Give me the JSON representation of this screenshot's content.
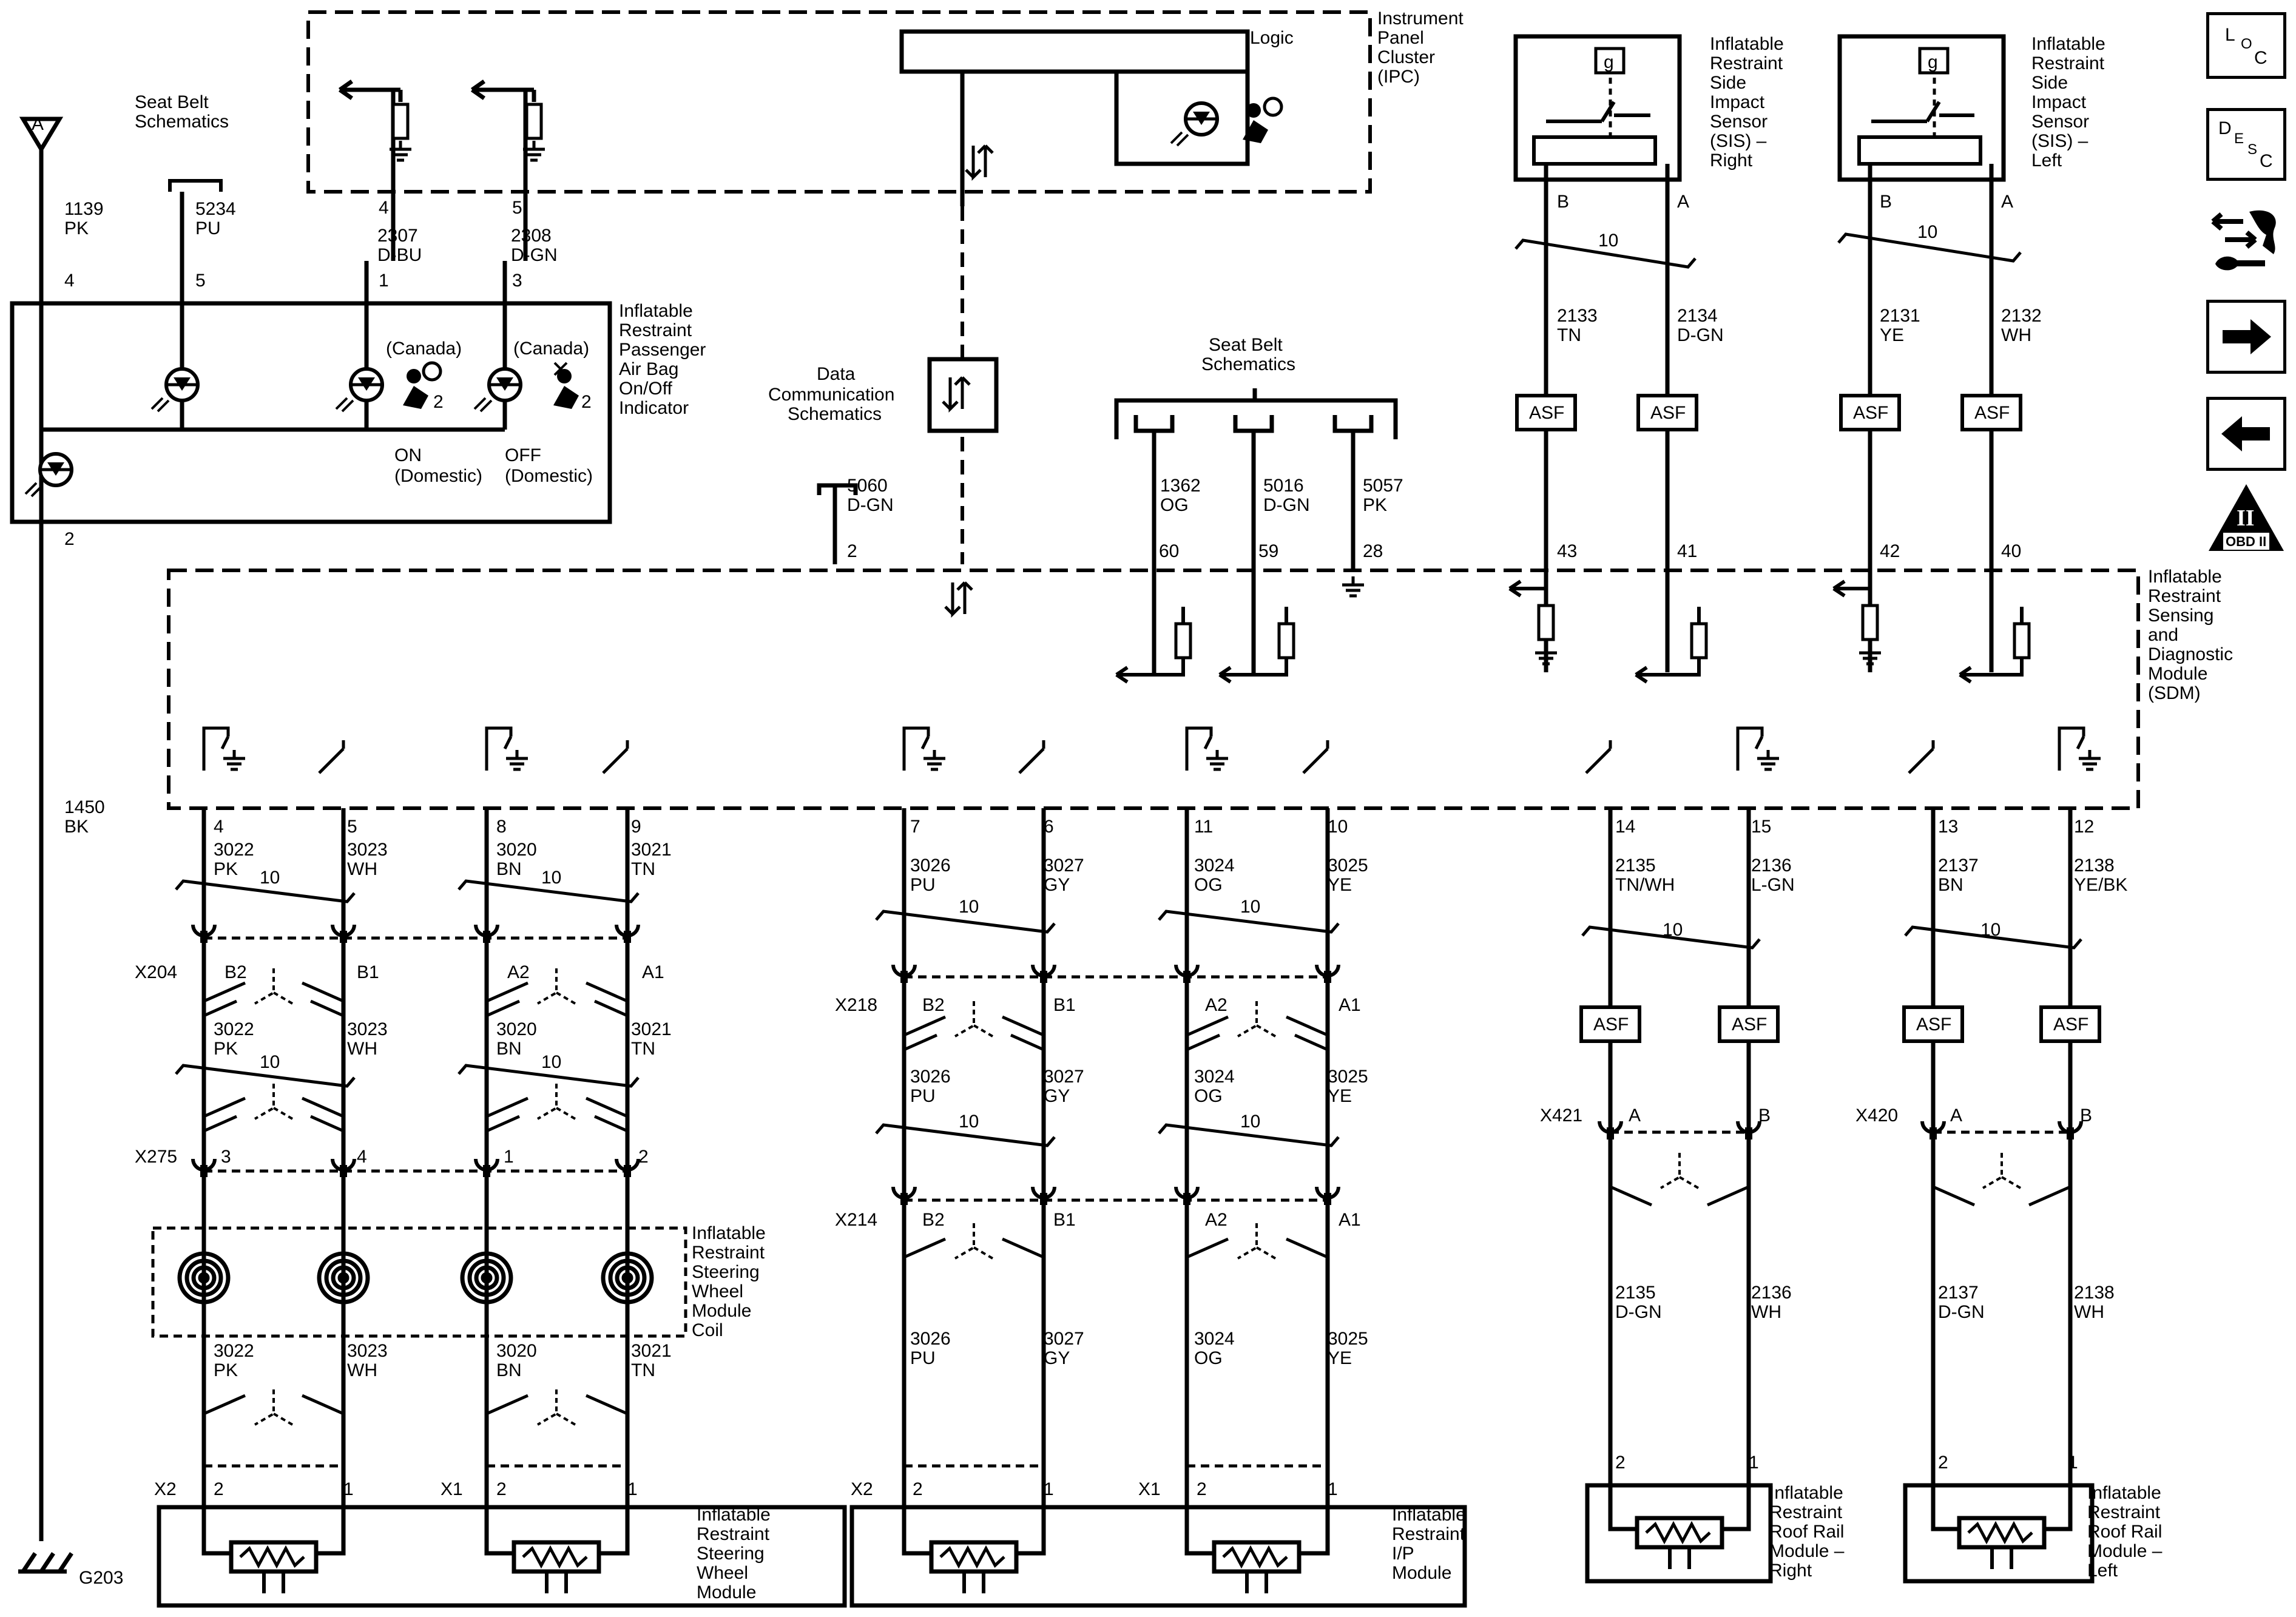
{
  "diagram": {
    "ground_symbol": "A",
    "ground_label": "G203",
    "ipc": {
      "title": [
        "Instrument",
        "Panel",
        "Cluster",
        "(IPC)"
      ],
      "logic": "Logic"
    },
    "passenger_indicator": {
      "title": [
        "Inflatable",
        "Restraint",
        "Passenger",
        "Air Bag",
        "On/Off",
        "Indicator"
      ],
      "canada": "(Canada)",
      "on": "ON",
      "off": "OFF",
      "domestic": "(Domestic)",
      "badge": "2"
    },
    "seat_belt_schematics": [
      "Seat Belt",
      "Schematics"
    ],
    "data_comm": [
      "Data",
      "Communication",
      "Schematics"
    ],
    "sdm": {
      "title": [
        "Inflatable",
        "Restraint",
        "Sensing",
        "and",
        "Diagnostic",
        "Module",
        "(SDM)"
      ]
    },
    "sis_right": [
      "Inflatable",
      "Restraint",
      "Side",
      "Impact",
      "Sensor",
      "(SIS) –",
      "Right"
    ],
    "sis_left": [
      "Inflatable",
      "Restraint",
      "Side",
      "Impact",
      "Sensor",
      "(SIS) –",
      "Left"
    ],
    "g_label": "g",
    "asf": "ASF",
    "twist": "10",
    "coil": [
      "Inflatable",
      "Restraint",
      "Steering",
      "Wheel",
      "Module",
      "Coil"
    ],
    "steering_module": [
      "Inflatable",
      "Restraint",
      "Steering",
      "Wheel",
      "Module"
    ],
    "ip_module": [
      "Inflatable",
      "Restraint",
      "I/P",
      "Module"
    ],
    "roof_right": [
      "Inflatable",
      "Restraint",
      "Roof Rail",
      "Module –",
      "Right"
    ],
    "roof_left": [
      "Inflatable",
      "Restraint",
      "Roof Rail",
      "Module –",
      "Left"
    ],
    "connectors": {
      "x204": "X204",
      "x275": "X275",
      "x218": "X218",
      "x214": "X214",
      "x421": "X421",
      "x420": "X420",
      "x1": "X1",
      "x2": "X2"
    },
    "wires": {
      "w1139": [
        "1139",
        "PK"
      ],
      "w5234": [
        "5234",
        "PU"
      ],
      "w2307": [
        "2307",
        "D-BU"
      ],
      "w2308": [
        "2308",
        "D-GN"
      ],
      "w1450": [
        "1450",
        "BK"
      ],
      "w5060": [
        "5060",
        "D-GN"
      ],
      "w1362": [
        "1362",
        "OG"
      ],
      "w5016": [
        "5016",
        "D-GN"
      ],
      "w5057": [
        "5057",
        "PK"
      ],
      "w2133": [
        "2133",
        "TN"
      ],
      "w2134": [
        "2134",
        "D-GN"
      ],
      "w2131": [
        "2131",
        "YE"
      ],
      "w2132": [
        "2132",
        "WH"
      ],
      "w3022": [
        "3022",
        "PK"
      ],
      "w3023": [
        "3023",
        "WH"
      ],
      "w3020": [
        "3020",
        "BN"
      ],
      "w3021": [
        "3021",
        "TN"
      ],
      "w3026": [
        "3026",
        "PU"
      ],
      "w3027": [
        "3027",
        "GY"
      ],
      "w3024": [
        "3024",
        "OG"
      ],
      "w3025": [
        "3025",
        "YE"
      ],
      "w2135a": [
        "2135",
        "TN/WH"
      ],
      "w2136a": [
        "2136",
        "L-GN"
      ],
      "w2137a": [
        "2137",
        "BN"
      ],
      "w2138a": [
        "2138",
        "YE/BK"
      ],
      "w2135b": [
        "2135",
        "D-GN"
      ],
      "w2136b": [
        "2136",
        "WH"
      ],
      "w2137b": [
        "2137",
        "D-GN"
      ],
      "w2138b": [
        "2138",
        "WH"
      ]
    }
  },
  "sidebar": {
    "loc": [
      "L",
      "O",
      "C"
    ],
    "desc": [
      "D",
      "E",
      "S",
      "C"
    ],
    "obd_roman": "II",
    "obd": "OBD II"
  }
}
